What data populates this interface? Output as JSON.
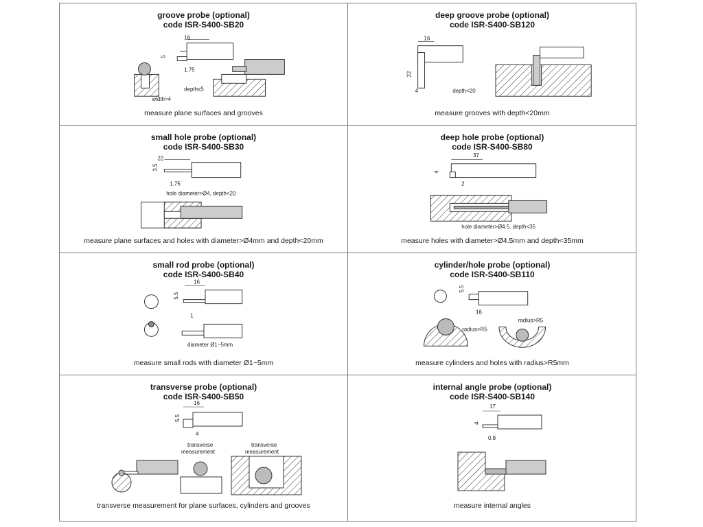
{
  "probes": [
    {
      "title": "groove probe (optional)",
      "code": "code ISR-S400-SB20",
      "labels": [
        "16",
        "5",
        "1.75",
        "depth≤5",
        "width>4"
      ],
      "caption": "measure plane surfaces and grooves"
    },
    {
      "title": "deep groove probe (optional)",
      "code": "code ISR-S400-SB120",
      "labels": [
        "16",
        "22",
        "4",
        "depth<20"
      ],
      "caption": "measure grooves with depth<20mm"
    },
    {
      "title": "small hole probe (optional)",
      "code": "code ISR-S400-SB30",
      "labels": [
        "22",
        "3.5",
        "1.75",
        "hole diameter>Ø4, depth<20"
      ],
      "caption": "measure plane surfaces and holes with diameter>Ø4mm and depth<20mm"
    },
    {
      "title": "deep hole probe (optional)",
      "code": "code ISR-S400-SB80",
      "labels": [
        "37",
        "4",
        "2",
        "hole diameter>Ø4.5, depth<35"
      ],
      "caption": "measure holes with diameter>Ø4.5mm and depth<35mm"
    },
    {
      "title": "small rod probe (optional)",
      "code": "code ISR-S400-SB40",
      "labels": [
        "16",
        "5.5",
        "1",
        "diameter Ø1~5mm"
      ],
      "caption": "measure small rods with diameter Ø1~5mm"
    },
    {
      "title": "cylinder/hole probe (optional)",
      "code": "code ISR-S400-SB110",
      "labels": [
        "5.5",
        "16",
        "radius>R5",
        "radius>R5"
      ],
      "caption": "measure cylinders and holes with radius>R5mm"
    },
    {
      "title": "transverse probe (optional)",
      "code": "code ISR-S400-SB50",
      "labels": [
        "16",
        "5.5",
        "4",
        "transverse",
        "measurement",
        "transverse",
        "measurement"
      ],
      "caption": "transverse measurement for plane surfaces, cylinders and grooves"
    },
    {
      "title": "internal angle probe (optional)",
      "code": "code ISR-S400-SB140",
      "labels": [
        "17",
        "4",
        "0.8"
      ],
      "caption": "measure internal angles"
    }
  ]
}
